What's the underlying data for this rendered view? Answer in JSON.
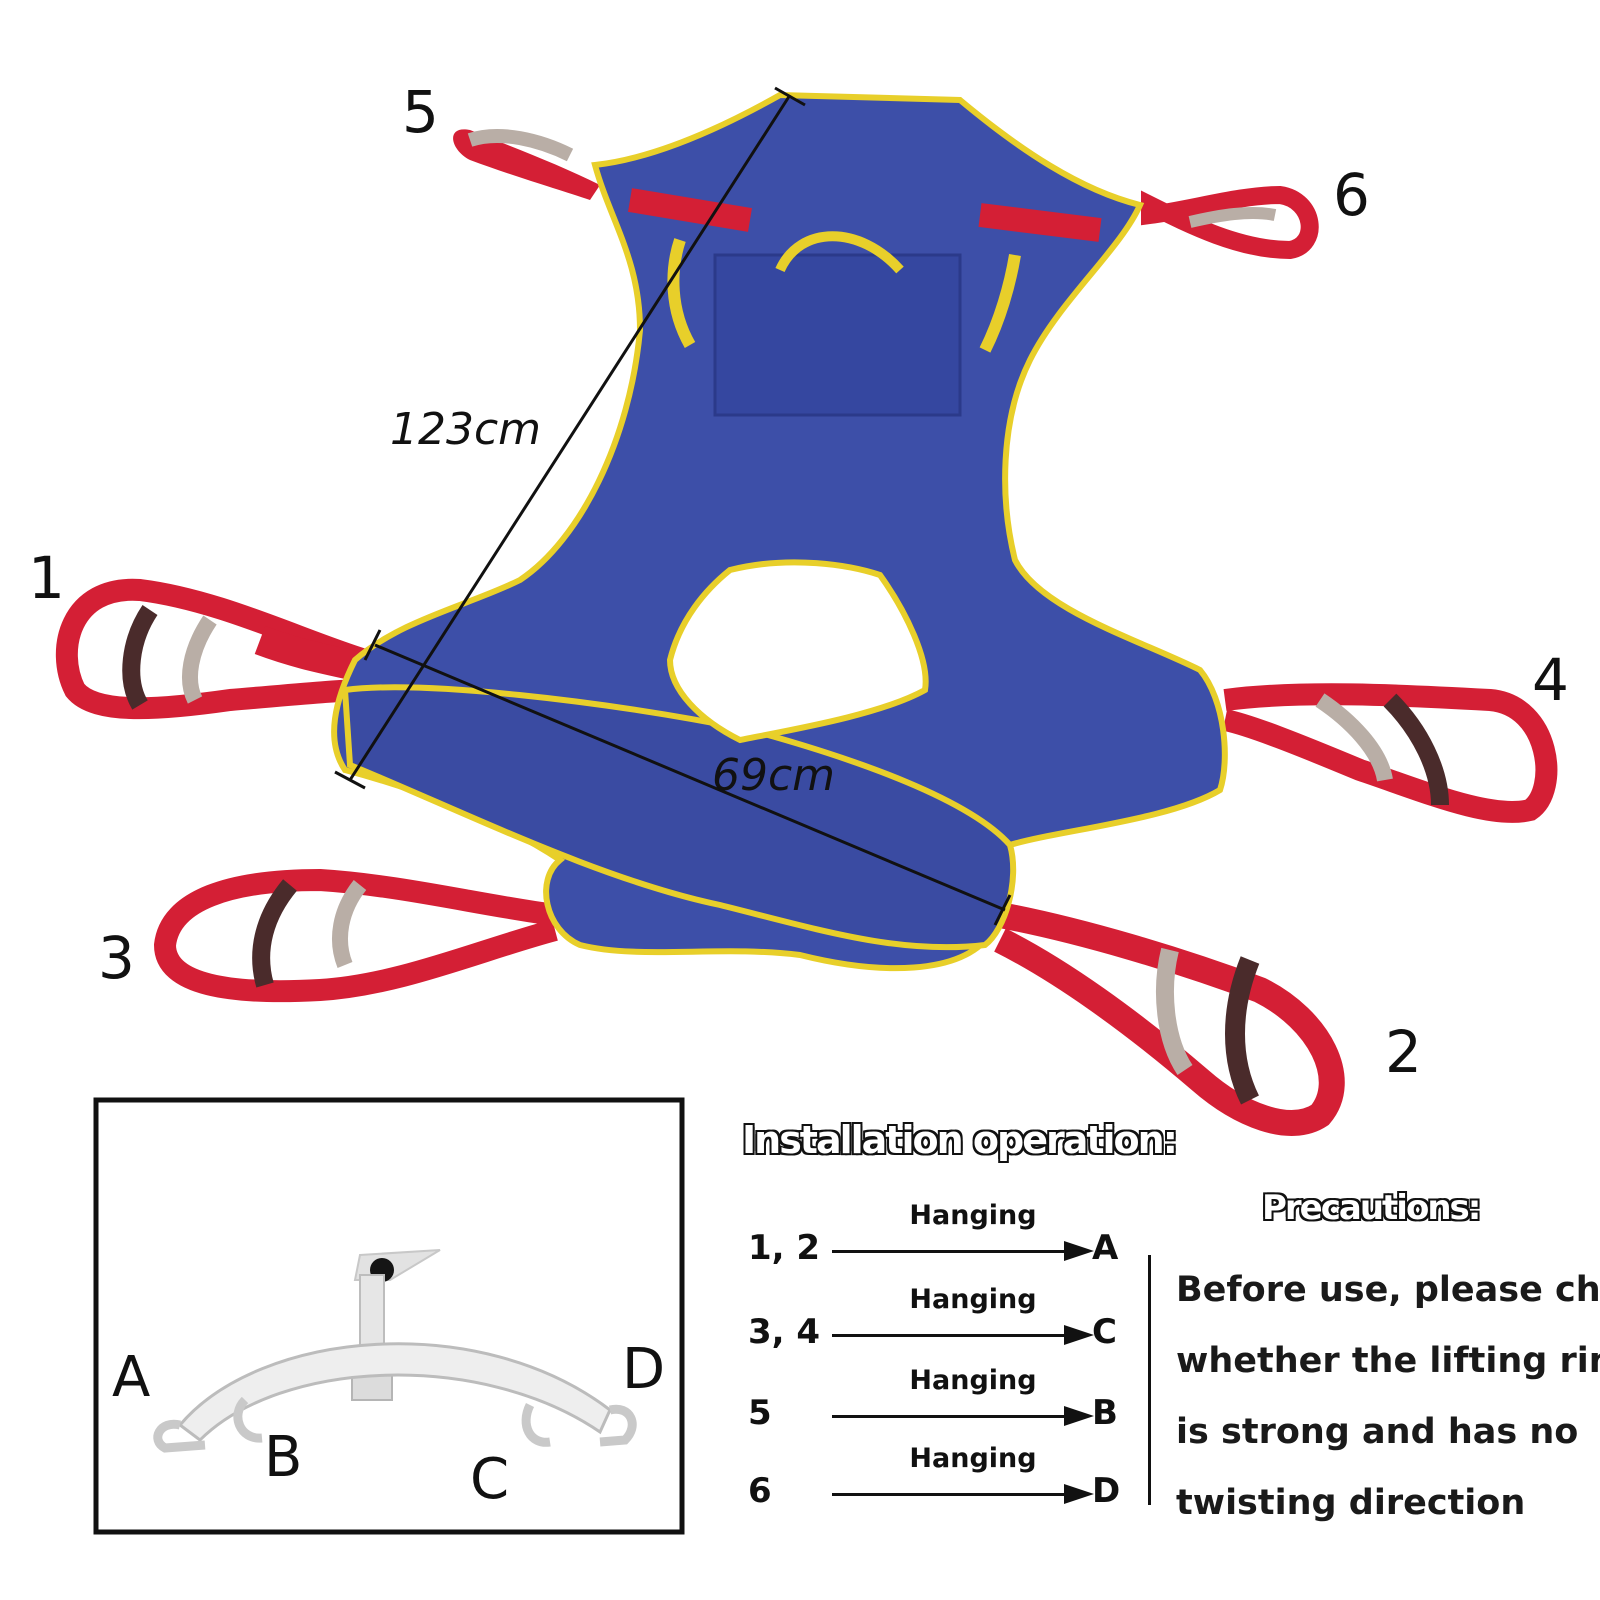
{
  "strap_labels": {
    "s1": "1",
    "s2": "2",
    "s3": "3",
    "s4": "4",
    "s5": "5",
    "s6": "6"
  },
  "dimensions": {
    "length": "123cm",
    "width": "69cm"
  },
  "hook_labels": {
    "a": "A",
    "b": "B",
    "c": "C",
    "d": "D"
  },
  "installation": {
    "title": "Installation operation:",
    "rows": [
      {
        "from": "1, 2",
        "verb": "Hanging",
        "to": "A"
      },
      {
        "from": "3, 4",
        "verb": "Hanging",
        "to": "C"
      },
      {
        "from": "5",
        "verb": "Hanging",
        "to": "B"
      },
      {
        "from": "6",
        "verb": "Hanging",
        "to": "D"
      }
    ]
  },
  "precautions": {
    "title": "Precautions:",
    "lines": [
      "Before use, please check",
      "whether the lifting ring",
      "is strong and has no",
      "twisting direction"
    ]
  },
  "colors": {
    "sling_blue": "#3d4fa8",
    "trim_yellow": "#e8cf2a",
    "strap_red": "#d41f35",
    "loop_dark": "#4a2b2b",
    "loop_grey": "#b9aea6"
  }
}
